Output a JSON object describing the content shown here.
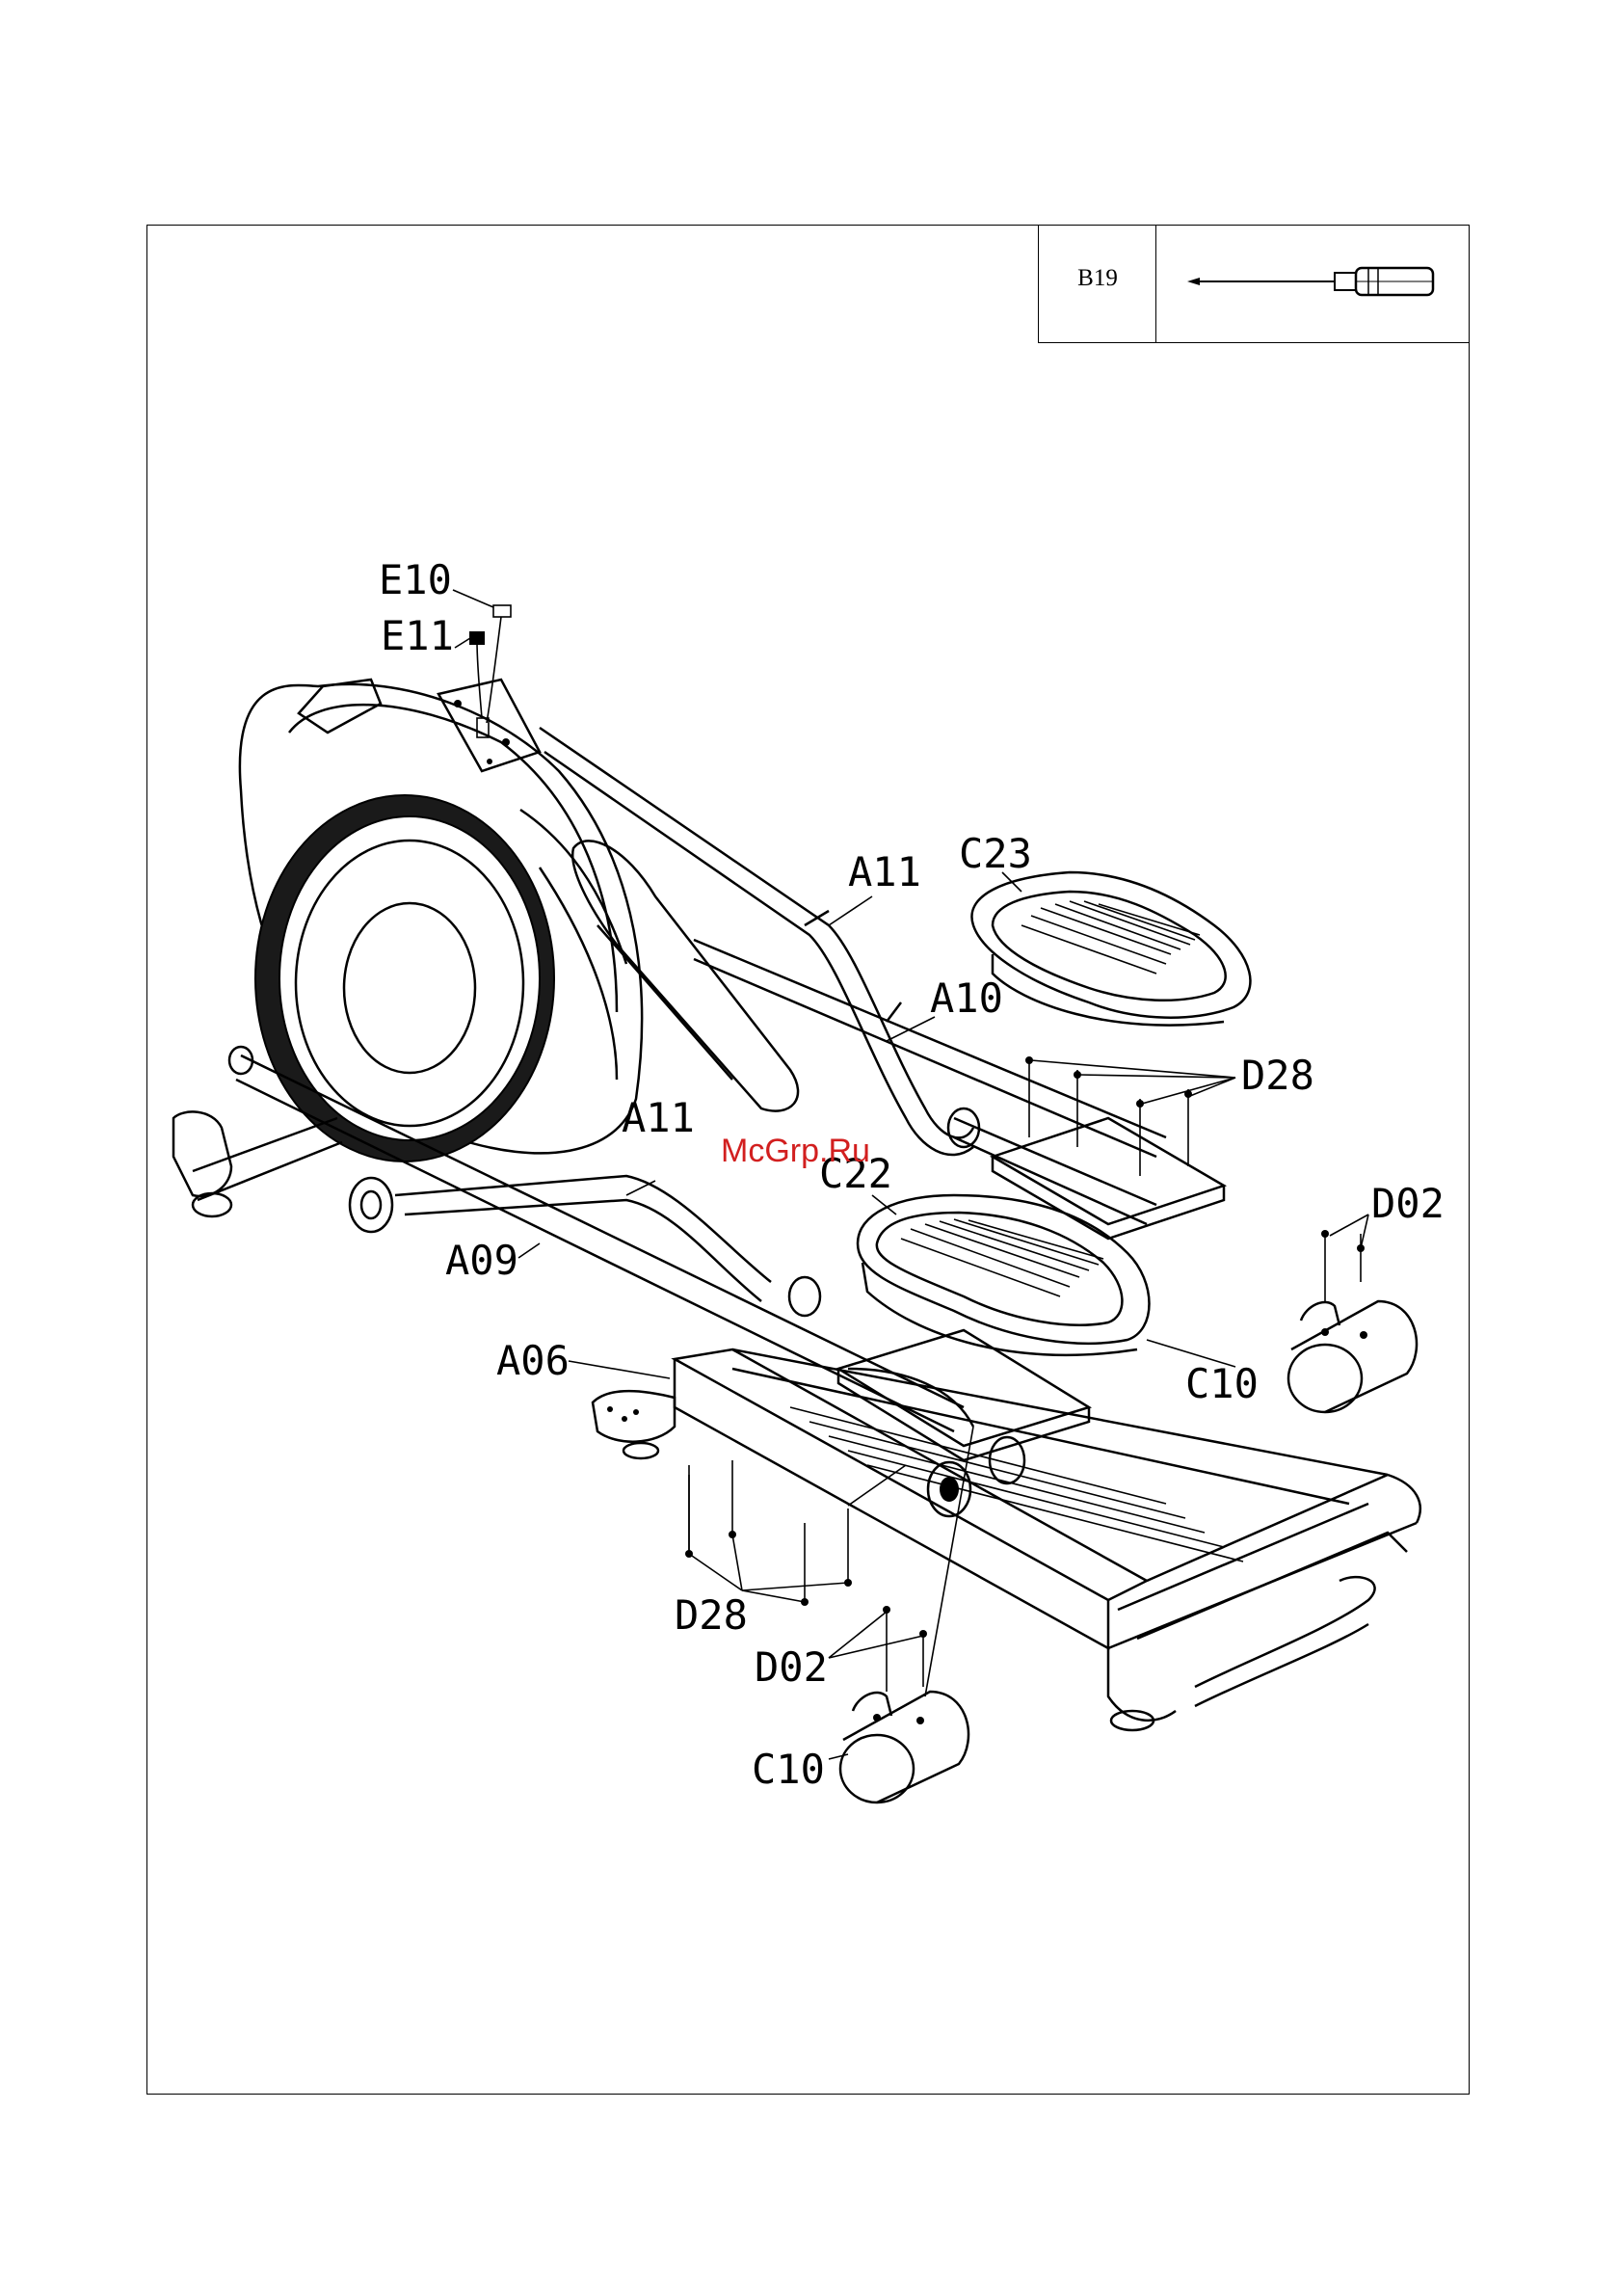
{
  "tool_table": {
    "code": "B19",
    "tool_icon": "screwdriver-icon"
  },
  "callouts": {
    "e10": "E10",
    "e11": "E11",
    "a11_upper": "A11",
    "c23": "C23",
    "a10": "A10",
    "d28_upper": "D28",
    "a11_lower": "A11",
    "c22": "C22",
    "d02_right": "D02",
    "a09": "A09",
    "a06": "A06",
    "c10_right": "C10",
    "d28_lower": "D28",
    "d02_lower": "D02",
    "c10_lower": "C10"
  },
  "watermark": "McGrp.Ru",
  "colors": {
    "line": "#000000",
    "watermark": "#d21f1f"
  }
}
